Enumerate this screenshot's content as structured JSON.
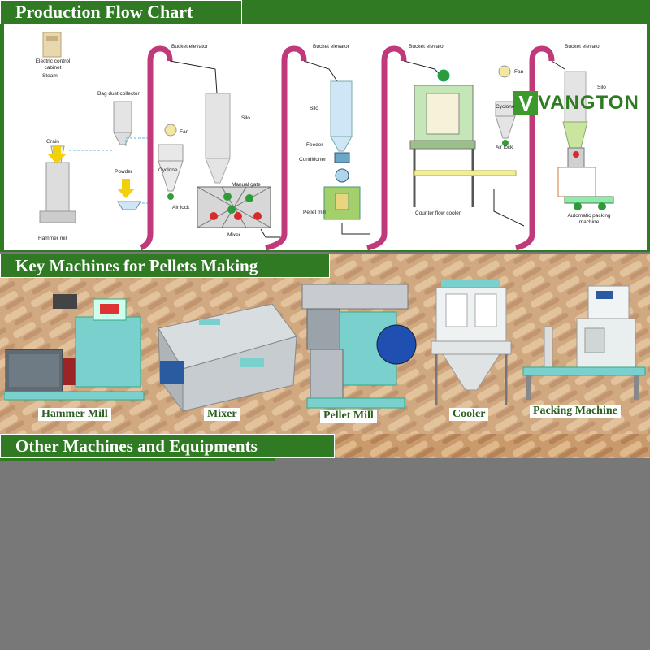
{
  "sections": {
    "flow_title": "Production Flow Chart",
    "key_title": "Key Machines for Pellets Making",
    "other_title": "Other Machines and Equipments"
  },
  "brand": {
    "logo_text": "VANGTON",
    "logo_initial": "V",
    "accent": "#2f7a23"
  },
  "flow_labels": {
    "electric_cabinet": "Electric control cabinet",
    "steam": "Steam",
    "bag_dust": "Bag dust collector",
    "grain": "Grain",
    "hammer_mill": "Hammer mill",
    "powder": "Powder",
    "fan1": "Fan",
    "cyclone1": "Cyclone",
    "air_lock1": "Air lock",
    "bucket1": "Bucket elevator",
    "silo1": "Silo",
    "manual_gate": "Manual gate",
    "mixer": "Mixer",
    "bucket2": "Bucket elevator",
    "silo2": "Silo",
    "feeder": "Feeder",
    "conditioner": "Conditioner",
    "pellet_mill": "Pellet mill",
    "bucket3": "Bucket elevator",
    "cooler": "Counter flow cooler",
    "fan2": "Fan",
    "cyclone2": "Cyclone",
    "air_lock2": "Air lock",
    "bucket4": "Bucket elevator",
    "silo3": "Silo",
    "packing": "Automatic packing machine"
  },
  "key_machines": [
    {
      "label": "Hammer Mill"
    },
    {
      "label": "Mixer"
    },
    {
      "label": "Pellet Mill"
    },
    {
      "label": "Cooler"
    },
    {
      "label": "Packing Machine"
    }
  ]
}
